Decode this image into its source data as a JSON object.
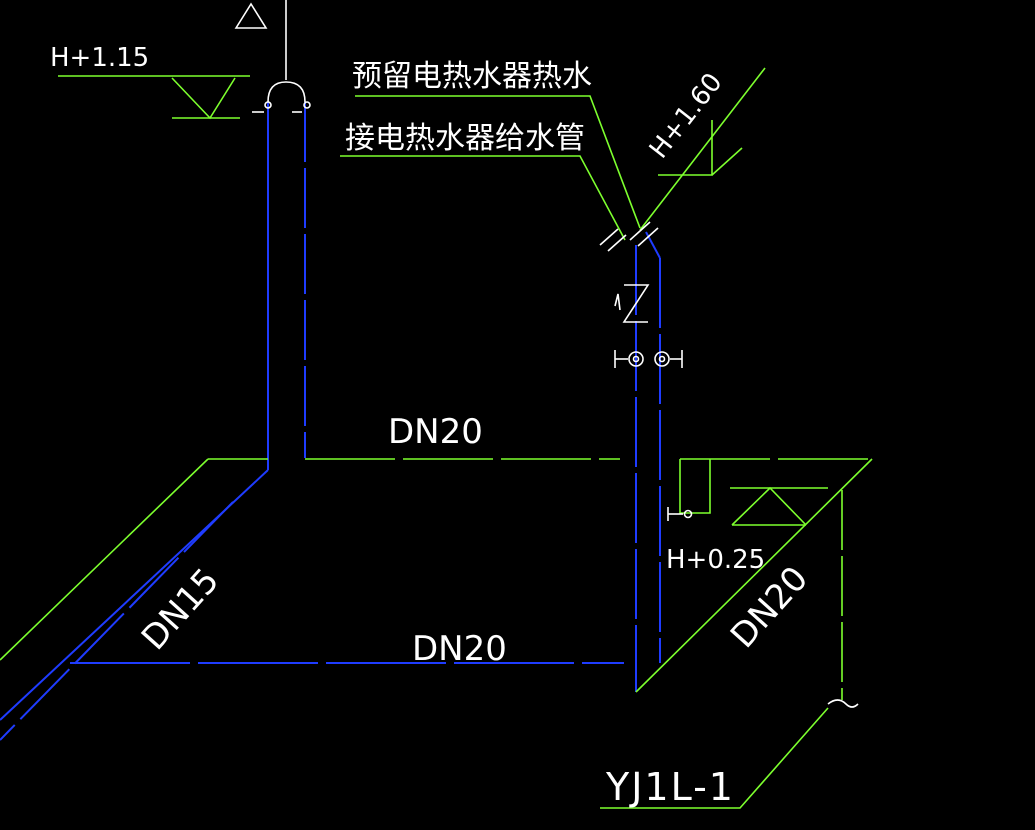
{
  "labels": {
    "elev_top_left": "H+1.15",
    "note_hot_water": "预留电热水器热水",
    "note_supply": "接电热水器给水管",
    "elev_right_top": "H+1.60",
    "dn_upper": "DN20",
    "dn_lower": "DN20",
    "dn_diag_left": "DN15",
    "dn_diag_right": "DN20",
    "elev_right_mid": "H+0.25",
    "riser_id": "YJ1L-1"
  },
  "colors": {
    "background": "#000000",
    "pipe_hot": "#1f3cff",
    "leader": "#7dff2e",
    "text": "#ffffff"
  }
}
